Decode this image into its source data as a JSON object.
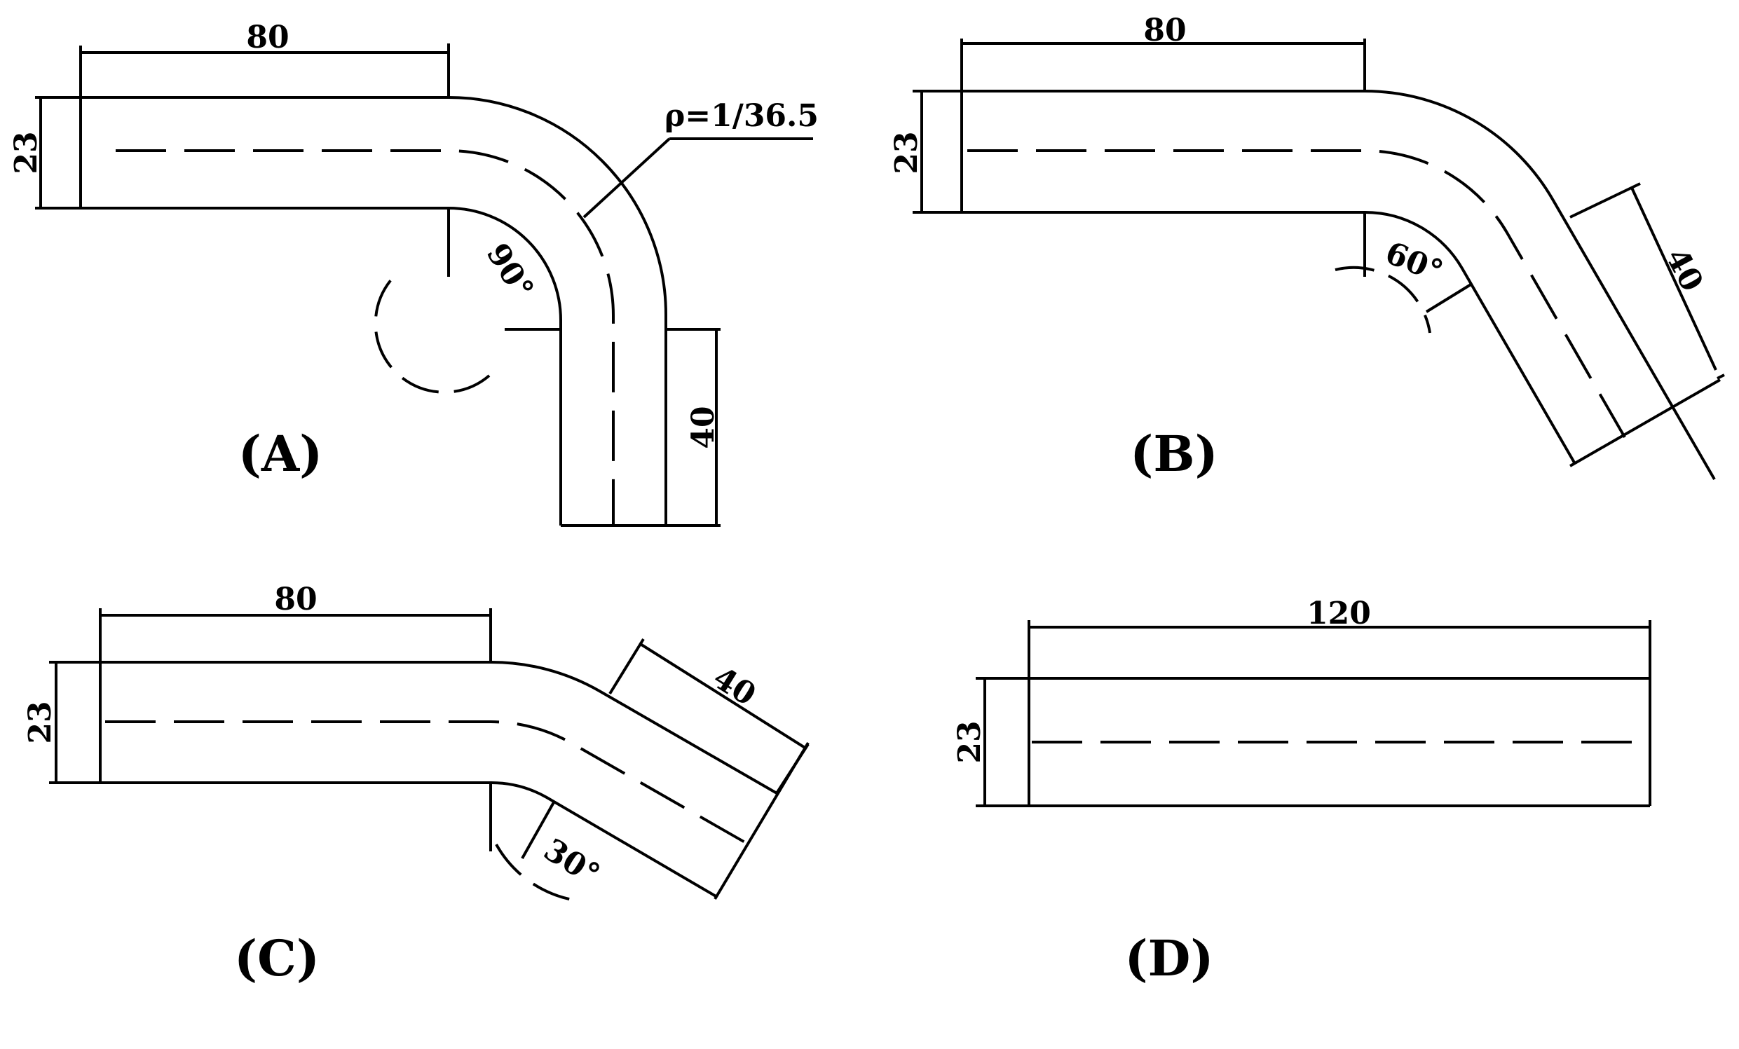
{
  "panels": [
    {
      "id": "A",
      "caption": "(A)",
      "len_straight": "80",
      "width": "23",
      "angle": "90°",
      "len_out": "40",
      "rho": "ρ=1/36.5"
    },
    {
      "id": "B",
      "caption": "(B)",
      "len_straight": "80",
      "width": "23",
      "angle": "60°",
      "len_out": "40"
    },
    {
      "id": "C",
      "caption": "(C)",
      "len_straight": "80",
      "width": "23",
      "angle": "30°",
      "len_out": "40"
    },
    {
      "id": "D",
      "caption": "(D)",
      "len_straight": "120",
      "width": "23"
    }
  ]
}
